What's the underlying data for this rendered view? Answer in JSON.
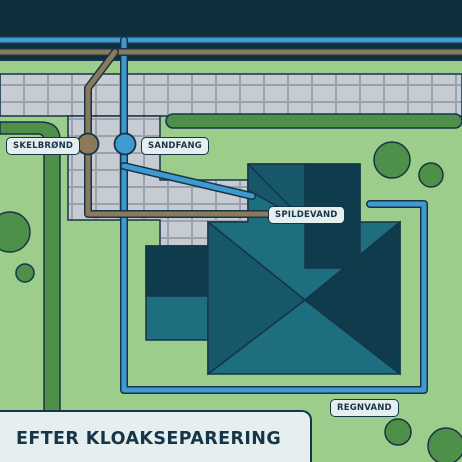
{
  "labels": {
    "skelbroend": "SKELBRØND",
    "sandfang": "SANDFANG",
    "spildevand": "SPILDEVAND",
    "regnvand": "REGNVAND"
  },
  "title": "EFTER KLOAKSEPARERING",
  "colors": {
    "street": "#0f2e3b",
    "grass": "#9ccd8a",
    "hedge": "#4e8f4a",
    "paving": "#c7ccd2",
    "rain_pipe": "#3f9ad0",
    "waste_pipe": "#8b7a5a",
    "roof_light": "#1d6f80",
    "roof_dark": "#0e3c4c",
    "outline": "#173548",
    "label_bg": "#e6efef"
  }
}
